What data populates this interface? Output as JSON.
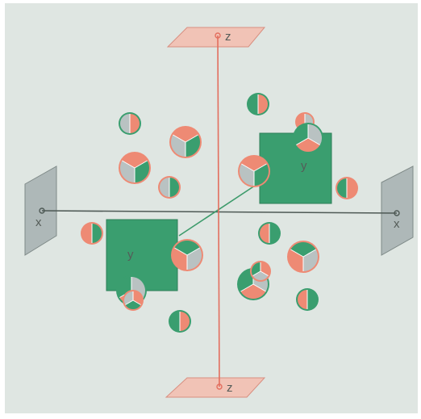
{
  "diagram": {
    "labels": {
      "z_top": "z",
      "z_bottom": "z",
      "x_left": "x",
      "x_right": "x",
      "y_upper": "y",
      "y_lower": "y"
    }
  },
  "colors": {
    "paper": "#dfe6e2",
    "green": "#3a9e6f",
    "salmon": "#ee8a74",
    "grey": "#b9c2c2",
    "grey_plane": "#aeb8b8",
    "pink_plane": "#f1c3b6",
    "z_axis": "#e36e5e",
    "x_axis": "#4e5955",
    "y_axis": "#3d9b6b"
  }
}
